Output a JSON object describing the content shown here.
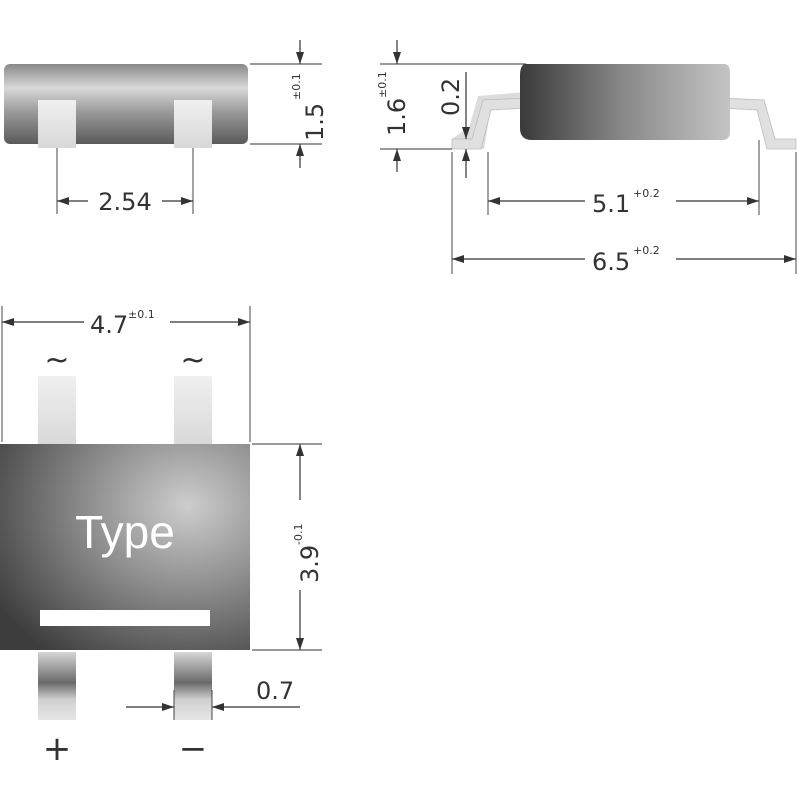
{
  "colors": {
    "background": "#ffffff",
    "body_light": "#cfcfcf",
    "body_dark": "#3c3c3c",
    "lead": "#e2e2e2",
    "dimension": "#333333"
  },
  "top_view": {
    "pitch": {
      "value": "2.54"
    },
    "height": {
      "value": "1.5",
      "tolerance": "±0.1"
    }
  },
  "side_view": {
    "height": {
      "value": "1.6",
      "tolerance": "±0.1"
    },
    "lead_thickness": {
      "value": "0.2"
    },
    "body_length": {
      "value": "5.1",
      "tolerance": "+0.2"
    },
    "overall_length": {
      "value": "6.5",
      "tolerance": "+0.2"
    }
  },
  "front_view": {
    "width": {
      "value": "4.7",
      "tolerance": "±0.1"
    },
    "body_height": {
      "value": "3.9",
      "tolerance": "-0.1"
    },
    "lead_width": {
      "value": "0.7"
    },
    "body_label": "Type",
    "pins": {
      "ac_left": "~",
      "ac_right": "~",
      "plus": "+",
      "minus": "−"
    }
  }
}
